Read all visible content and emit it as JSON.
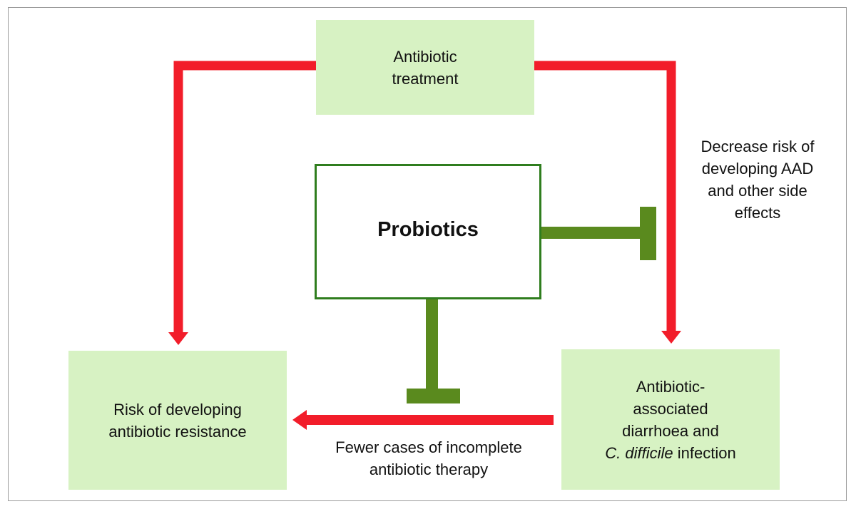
{
  "diagram": {
    "antibiotic_box": {
      "line1": "Antibiotic",
      "line2": "treatment"
    },
    "probiotics_box": {
      "label": "Probiotics"
    },
    "resistance_box": {
      "line1": "Risk of developing",
      "line2": "antibiotic resistance"
    },
    "aad_box": {
      "line1": "Antibiotic-",
      "line2": "associated",
      "line3": "diarrhoea and",
      "line4_italic": "C. difficile",
      "line4_rest": " infection"
    },
    "decrease_label": {
      "line1": "Decrease risk of",
      "line2": "developing AAD",
      "line3": "and other side",
      "line4": "effects"
    },
    "fewer_label": {
      "line1": "Fewer cases of incomplete",
      "line2": "antibiotic therapy"
    },
    "colors": {
      "box_fill": "#d7f2c3",
      "arrow_red": "#f21d2a",
      "inhibitor_green": "#5a8a1e",
      "probiotics_border": "#2f7d1e"
    }
  }
}
